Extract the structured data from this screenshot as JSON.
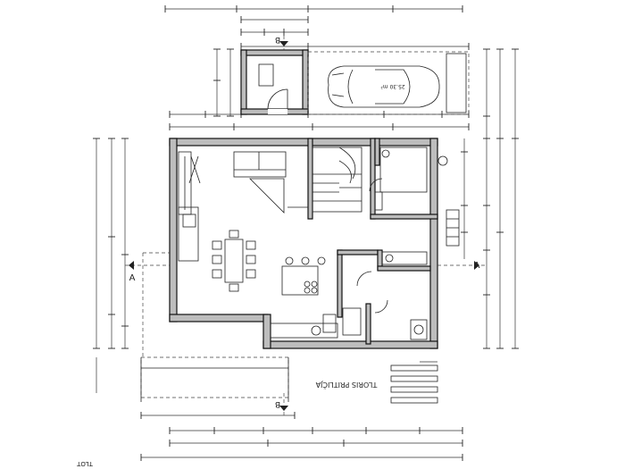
{
  "plan": {
    "title": "TLORIS PRITLIČJA",
    "corner_label": "TLOT",
    "section_a": "A",
    "section_b": "B",
    "garage_label": "25.30 m²",
    "legend": {
      "colors": [
        "#ffffff",
        "#9a9a9a",
        "#4a4a4a"
      ]
    }
  }
}
